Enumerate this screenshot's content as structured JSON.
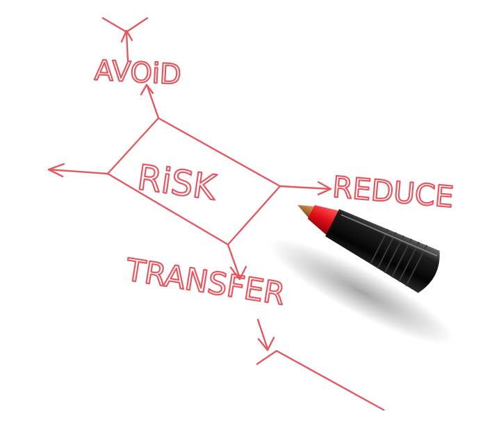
{
  "scene": {
    "ink_color": "#e5575f",
    "paper_color": "#ffffff",
    "pen_body_color": "#111111",
    "pen_tip_color": "#e3101b",
    "pen_nib_color": "#b8763a"
  },
  "diagram": {
    "center_label": "RiSK",
    "labels": {
      "avoid": "AVOiD",
      "reduce": "REDUCE",
      "transfer": "TRANSFER"
    }
  }
}
